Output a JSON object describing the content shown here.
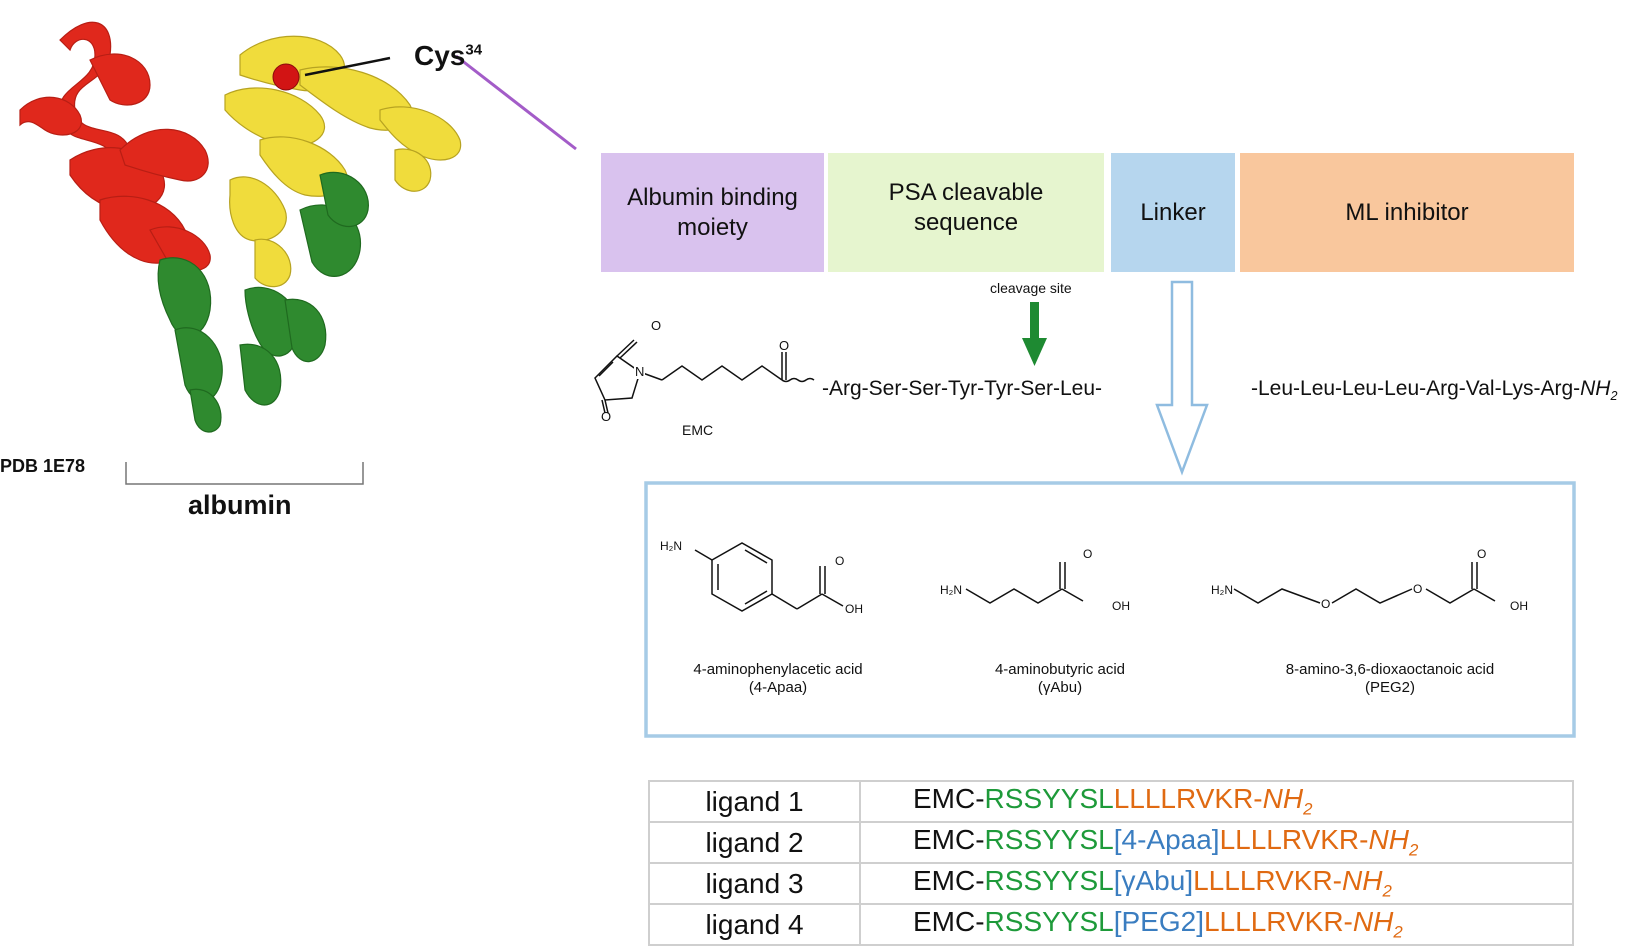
{
  "protein": {
    "pdb_label": "PDB 1E78",
    "bracket_label": "albumin",
    "cys_label": "Cys",
    "cys_superscript": "34",
    "domain_colors": {
      "domain1": "#e0281c",
      "domain2": "#f0dc3c",
      "domain3": "#2f8a2f"
    }
  },
  "construct": {
    "blocks": [
      {
        "label": "Albumin binding moiety",
        "color": "#d9c2ee"
      },
      {
        "label": "PSA cleavable sequence",
        "color": "#e6f5cf"
      },
      {
        "label": "Linker",
        "color": "#b6d6ee"
      },
      {
        "label": "ML inhibitor",
        "color": "#f9c79d"
      }
    ],
    "cleavage_label": "cleavage site",
    "connector_color": "#a35cc8"
  },
  "sequence": {
    "emc_label": "EMC",
    "psa_peptide": "-Arg-Ser-Ser-Tyr-Tyr-Ser-Leu-",
    "inhibitor_peptide": "-Leu-Leu-Leu-Leu-Arg-Val-Lys-Arg-",
    "inhibitor_terminus": "NH",
    "inhibitor_terminus_sub": "2"
  },
  "structures": {
    "oxygen": "O",
    "nh2": "H₂N",
    "oh": "OH",
    "items": [
      {
        "name": "4-aminophenylacetic acid",
        "abbr": "(4-Apaa)"
      },
      {
        "name": "4-aminobutyric acid",
        "abbr": "(γAbu)"
      },
      {
        "name": "8-amino-3,6-dioxaoctanoic acid",
        "abbr": "(PEG2)"
      }
    ]
  },
  "ligands": [
    {
      "name": "ligand 1",
      "prefix": "EMC-",
      "psa": "RSSYYSL",
      "linker": "",
      "inhibitor": "LLLLRVKR-",
      "terminus": "NH",
      "terminus_sub": "2"
    },
    {
      "name": "ligand 2",
      "prefix": "EMC-",
      "psa": "RSSYYSL",
      "linker": "[4-Apaa]",
      "inhibitor": "LLLLRVKR-",
      "terminus": "NH",
      "terminus_sub": "2"
    },
    {
      "name": "ligand 3",
      "prefix": "EMC-",
      "psa": "RSSYYSL",
      "linker": "[γAbu]",
      "inhibitor": "LLLLRVKR-",
      "terminus": "NH",
      "terminus_sub": "2"
    },
    {
      "name": "ligand 4",
      "prefix": "EMC-",
      "psa": "RSSYYSL",
      "linker": "[PEG2]",
      "inhibitor": "LLLLRVKR-",
      "terminus": "NH",
      "terminus_sub": "2"
    }
  ]
}
